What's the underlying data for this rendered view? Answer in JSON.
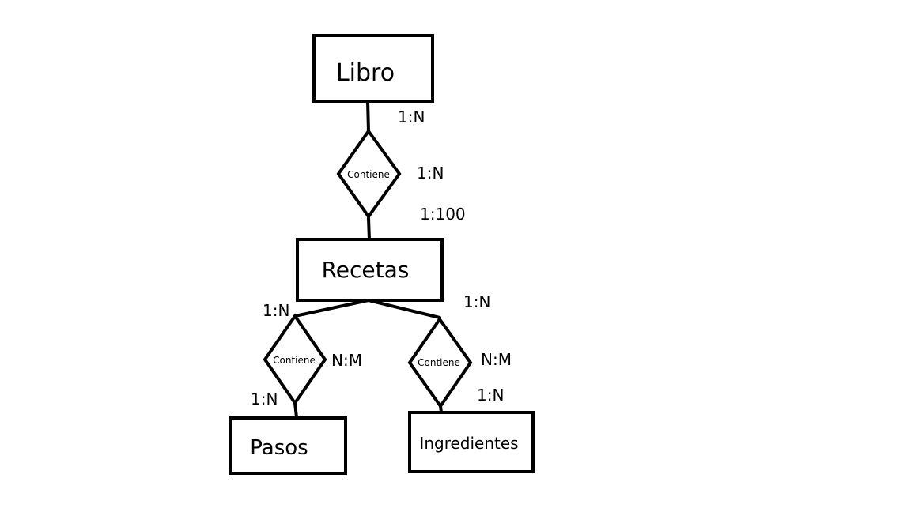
{
  "entities": {
    "libro": "Libro",
    "recetas": "Recetas",
    "pasos": "Pasos",
    "ingredientes": "Ingredientes"
  },
  "relationships": {
    "libro_recetas": "Contiene",
    "recetas_pasos": "Contiene",
    "recetas_ingredientes": "Contiene"
  },
  "cardinalities": {
    "libro_side": "1:N",
    "libro_rel": "1:N",
    "recetas_limit": "1:100",
    "recetas_pasos_top": "1:N",
    "recetas_pasos_rel": "N:M",
    "pasos_side": "1:N",
    "recetas_ingredientes_top": "1:N",
    "recetas_ingredientes_rel": "N:M",
    "ingredientes_side": "1:N"
  }
}
